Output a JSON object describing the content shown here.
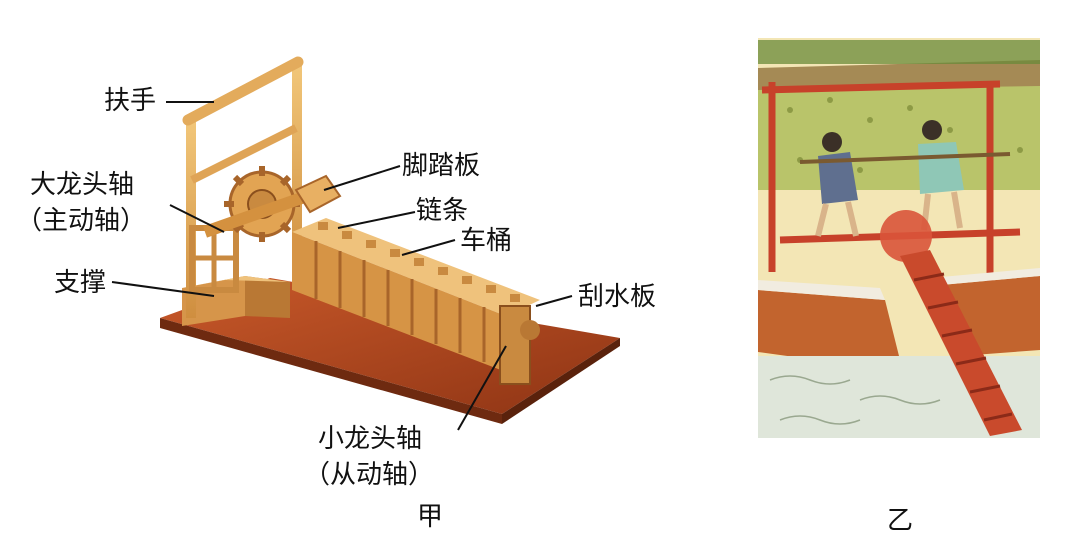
{
  "figure_jia": {
    "caption": "甲",
    "labels": {
      "handle": "扶手",
      "pedal": "脚踏板",
      "big_shaft_line1": "大龙头轴",
      "big_shaft_line2": "（主动轴）",
      "chain": "链条",
      "trough": "车桶",
      "support": "支撑",
      "paddle": "刮水板",
      "small_shaft_line1": "小龙头轴",
      "small_shaft_line2": "（从动轴）"
    }
  },
  "figure_yi": {
    "caption": "乙"
  },
  "colors": {
    "wood_light": "#e9b864",
    "wood_mid": "#d99a45",
    "wood_dark": "#a8652a",
    "base_board": "#b24a1e",
    "painting_bg": "#f3e6b5",
    "painting_grass": "#b9c46a",
    "painting_frame_red": "#c7412a",
    "water": "#dfe6da"
  }
}
